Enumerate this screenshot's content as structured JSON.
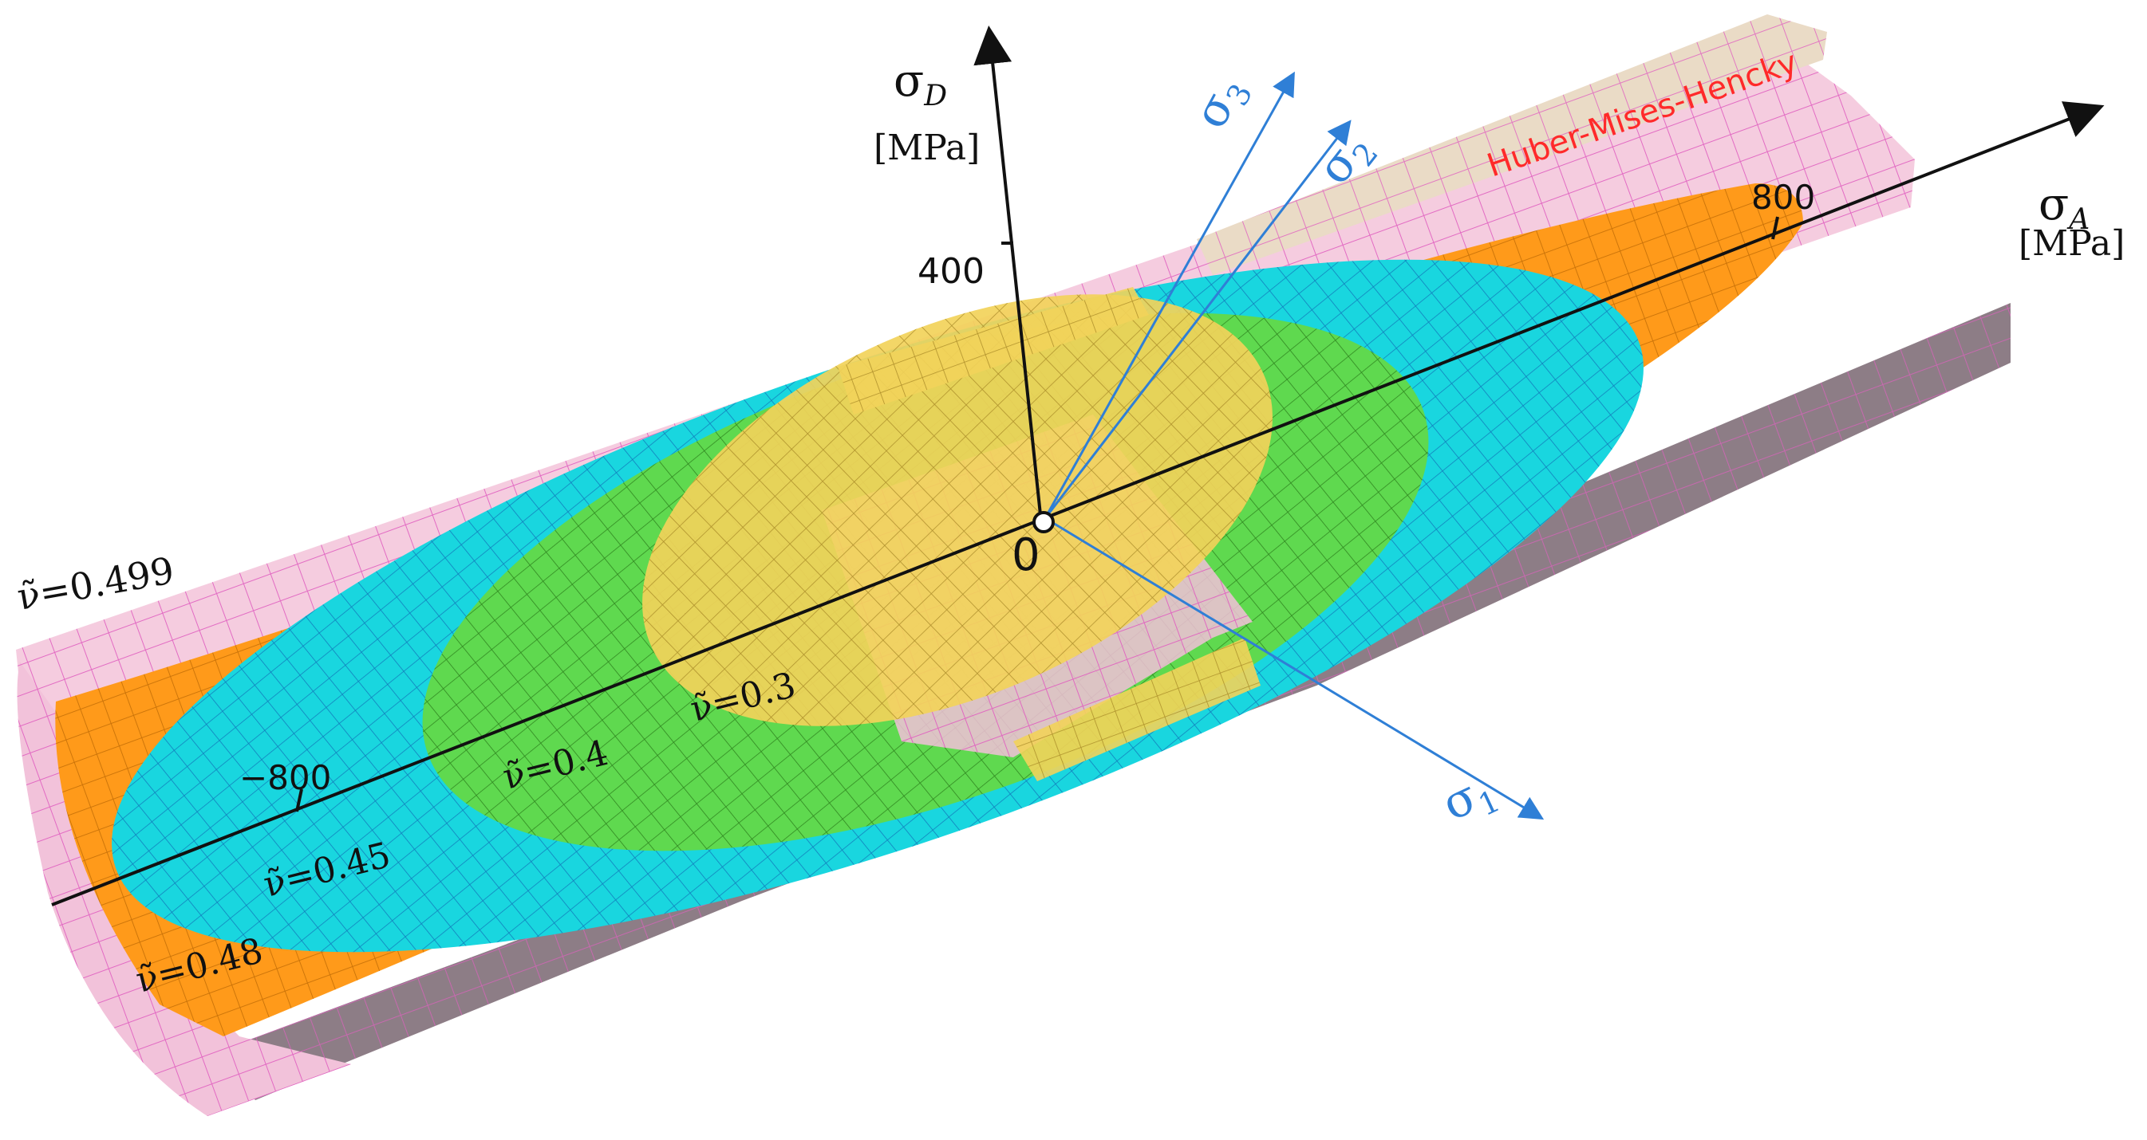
{
  "axes": {
    "sigma_D": {
      "symbol": "σ",
      "subscript": "D",
      "unit": "[MPa]",
      "tick": "400"
    },
    "sigma_A": {
      "symbol": "σ",
      "subscript": "A",
      "unit": "[MPa]",
      "tick_pos": "800",
      "tick_neg": "−800"
    },
    "origin": "0",
    "principal": [
      {
        "symbol": "σ",
        "subscript": "1"
      },
      {
        "symbol": "σ",
        "subscript": "2"
      },
      {
        "symbol": "σ",
        "subscript": "3"
      }
    ]
  },
  "surfaces": [
    {
      "name": "Huber-Mises-Hencky",
      "color": "#ff2a2a",
      "fill": "#f2b8d4"
    },
    {
      "label": "ν̃=0.499",
      "fill": "#f2b8d4"
    },
    {
      "label": "ν̃=0.48",
      "fill": "#ff9a1a"
    },
    {
      "label": "ν̃=0.45",
      "fill": "#19d6df"
    },
    {
      "label": "ν̃=0.4",
      "fill": "#5fd94f"
    },
    {
      "label": "ν̃=0.3",
      "fill": "#f2d35a"
    }
  ],
  "colors": {
    "axis": "#111111",
    "principal_axis": "#2f7fd6",
    "mesh_pink": "#e060c0",
    "mesh_dark": "#6a5a20"
  }
}
